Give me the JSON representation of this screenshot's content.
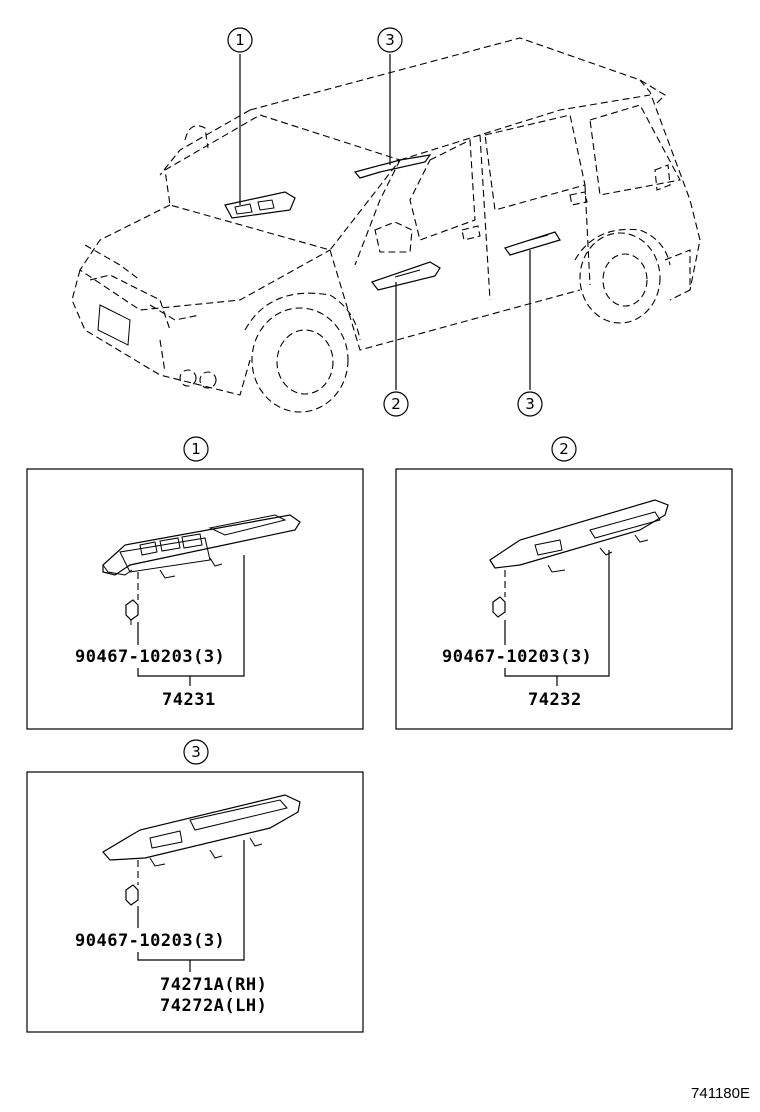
{
  "callouts": {
    "top_1": "1",
    "top_3a": "3",
    "bottom_2": "2",
    "bottom_3": "3",
    "panel_1": "1",
    "panel_2": "2",
    "panel_3": "3"
  },
  "panels": [
    {
      "id": "1",
      "clip_part": "90467-10203(3)",
      "part_numbers": [
        "74231"
      ]
    },
    {
      "id": "2",
      "clip_part": "90467-10203(3)",
      "part_numbers": [
        "74232"
      ]
    },
    {
      "id": "3",
      "clip_part": "90467-10203(3)",
      "part_numbers": [
        "74271A(RH)",
        "74272A(LH)"
      ]
    }
  ],
  "diagram_code": "741180E"
}
